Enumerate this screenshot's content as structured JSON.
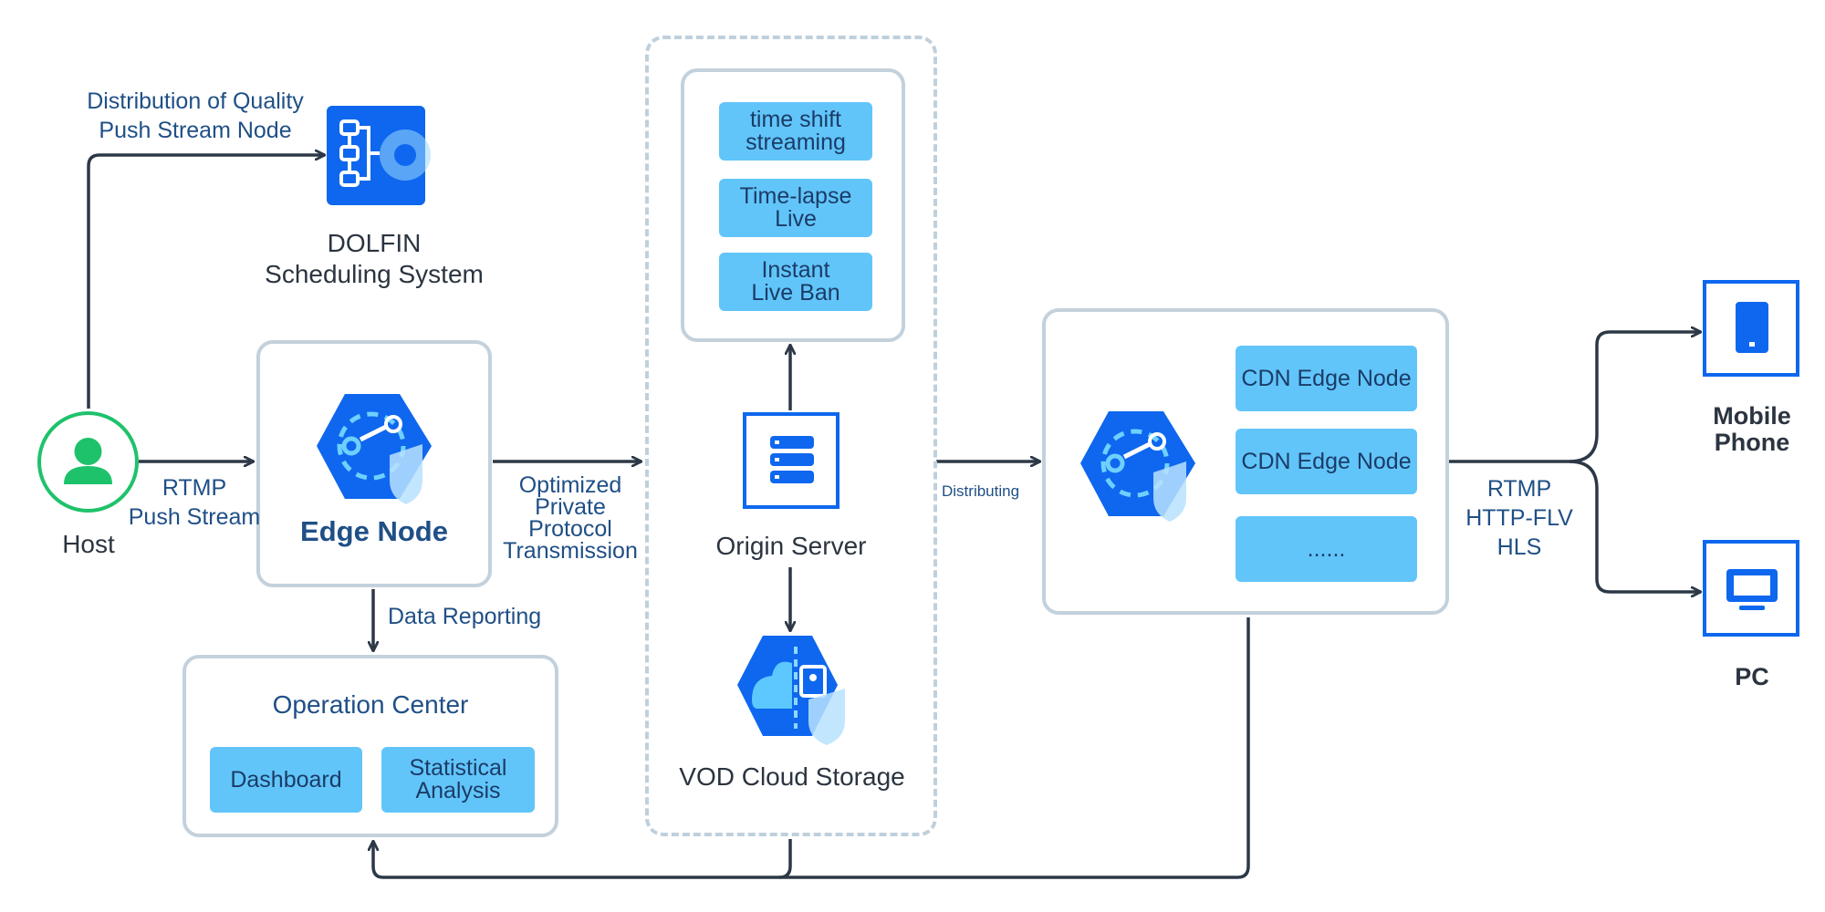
{
  "host": {
    "label": "Host"
  },
  "dolfin": {
    "title_line1": "DOLFIN",
    "title_line2": "Scheduling System"
  },
  "edge_node": {
    "title": "Edge Node"
  },
  "origin": {
    "title": "Origin Server"
  },
  "vod": {
    "title": "VOD Cloud Storage"
  },
  "origin_features": [
    "time shift\nstreaming",
    "Time-lapse\nLive",
    "Instant\nLive Ban"
  ],
  "cdn": {
    "nodes": [
      "CDN Edge Node",
      "CDN Edge Node",
      "......"
    ]
  },
  "operation_center": {
    "title": "Operation Center",
    "items": [
      "Dashboard",
      "Statistical\nAnalysis"
    ]
  },
  "clients": {
    "mobile": "Mobile\nPhone",
    "pc": "PC"
  },
  "edges": {
    "quality": "Distribution of Quality\nPush Stream Node",
    "rtmp_push": "RTMP\nPush Stream",
    "optimized": "Optimized\nPrivate\nProtocol\nTransmission",
    "data_reporting": "Data Reporting",
    "distributing": "Distributing",
    "protocols": "RTMP\nHTTP-FLV\nHLS"
  },
  "colors": {
    "accent_blue": "#0e67ee",
    "chip": "#61c5fa",
    "host_green": "#1ec26b",
    "arrow": "#2d3847",
    "panel_border": "#c3d1dc"
  }
}
